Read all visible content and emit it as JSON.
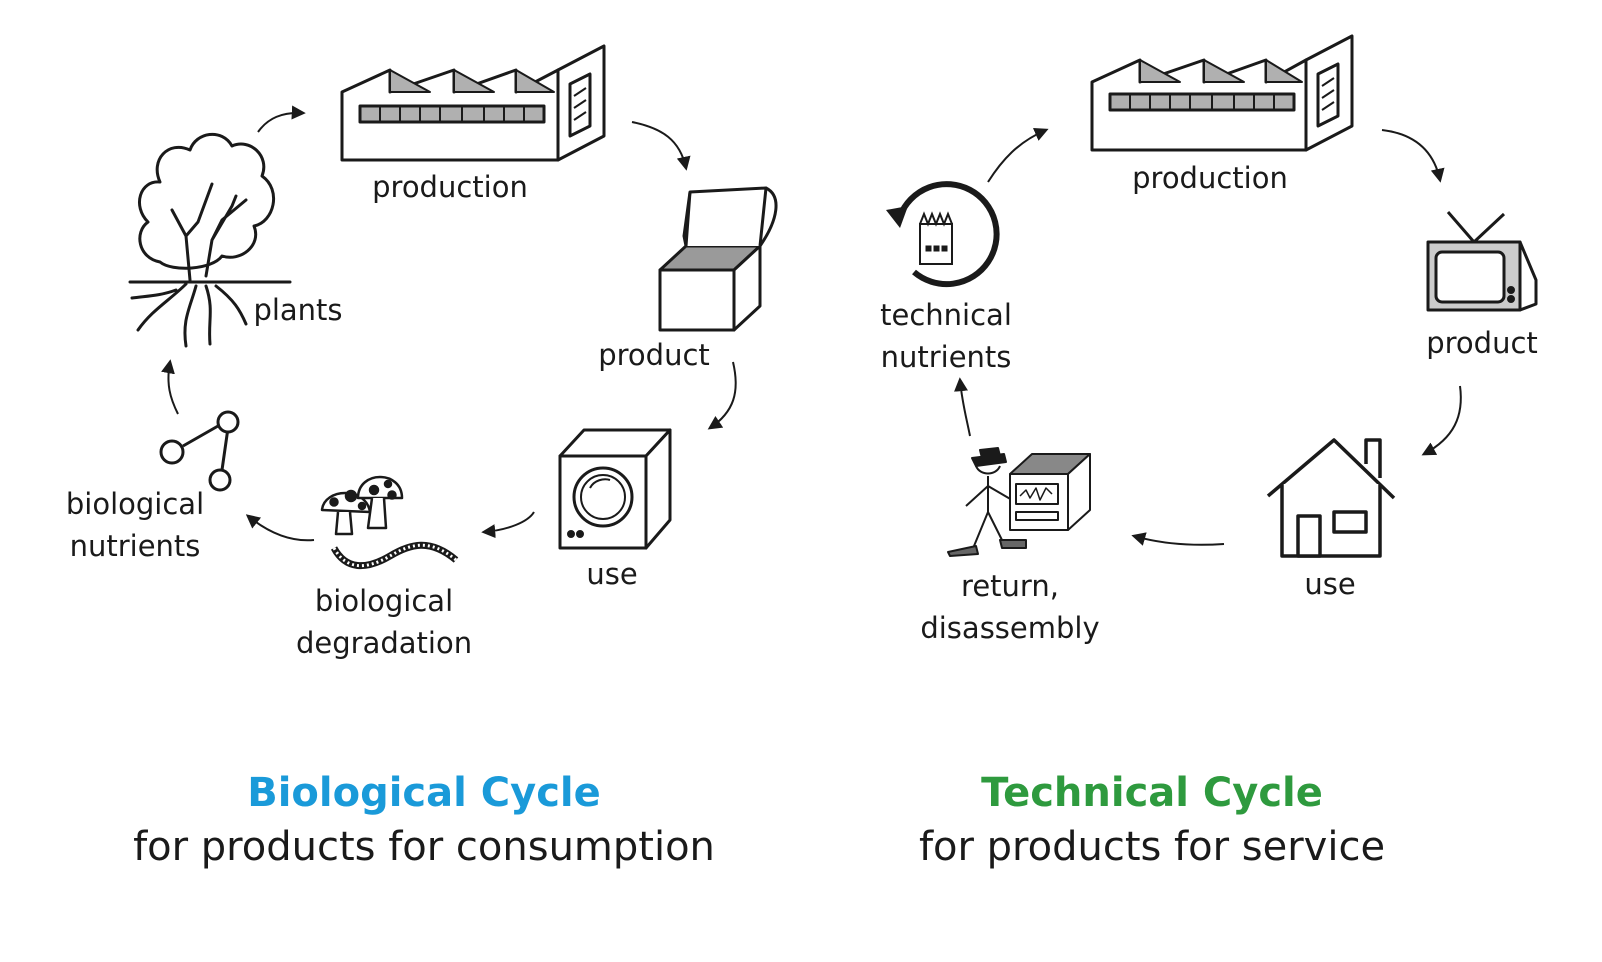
{
  "biological": {
    "labels": {
      "production": "production",
      "product": "product",
      "use": "use",
      "degradation_1": "biological",
      "degradation_2": "degradation",
      "nutrients_1": "biological",
      "nutrients_2": "nutrients",
      "plants": "plants"
    },
    "title": "Biological Cycle",
    "subtitle": "for products for consumption",
    "title_color": "#1a9ad9"
  },
  "technical": {
    "labels": {
      "production": "production",
      "product": "product",
      "use": "use",
      "return_1": "return,",
      "return_2": "disassembly",
      "nutrients_1": "technical",
      "nutrients_2": "nutrients"
    },
    "title": "Technical Cycle",
    "subtitle": "for products for service",
    "title_color": "#2e9a3e"
  },
  "icons": [
    "tree-icon",
    "factory-icon",
    "box-icon",
    "washing-machine-icon",
    "mushroom-worm-icon",
    "molecule-icon",
    "tv-icon",
    "house-icon",
    "person-machine-icon",
    "recycle-factory-icon",
    "arrow-icon"
  ]
}
